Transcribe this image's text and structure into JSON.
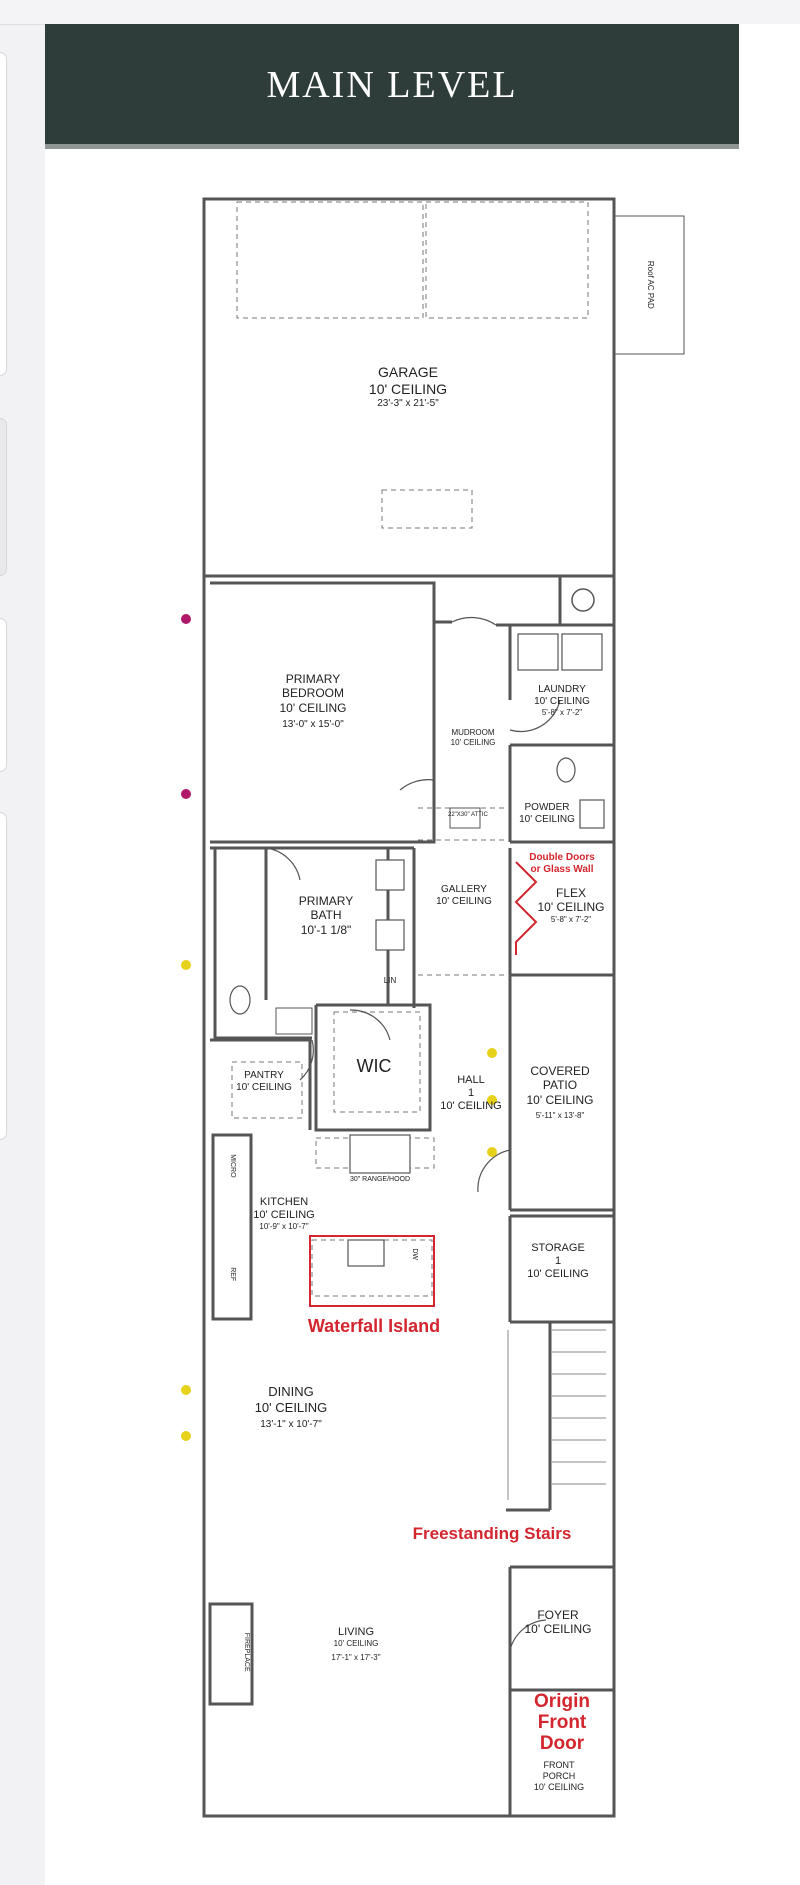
{
  "title": "MAIN LEVEL",
  "rooms": {
    "garage": {
      "name": "GARAGE",
      "ceiling": "10' CEILING",
      "size": "23'-3\" x 21'-5\""
    },
    "ac_pad": "Roof AC PAD",
    "primary_bedroom": {
      "name_1": "PRIMARY",
      "name_2": "BEDROOM",
      "ceiling": "10' CEILING",
      "size": "13'-0\" x 15'-0\""
    },
    "mudroom": {
      "name": "MUDROOM",
      "ceiling": "10' CEILING"
    },
    "laundry": {
      "name": "LAUNDRY",
      "ceiling": "10' CEILING",
      "size": "5'-8\" x 7'-2\""
    },
    "powder": {
      "name": "POWDER",
      "ceiling": "10' CEILING"
    },
    "primary_bath": {
      "name_1": "PRIMARY",
      "name_2": "BATH",
      "size": "10'-1 1/8\""
    },
    "gallery": {
      "name": "GALLERY",
      "ceiling": "10' CEILING"
    },
    "flex": {
      "name": "FLEX",
      "ceiling": "10' CEILING",
      "size": "5'-8\" x 7'-2\""
    },
    "wic": "WIC",
    "pantry": {
      "name": "PANTRY",
      "ceiling": "10' CEILING"
    },
    "hall": {
      "name": "HALL",
      "number": "1",
      "ceiling": "10' CEILING"
    },
    "covered_patio": {
      "name_1": "COVERED",
      "name_2": "PATIO",
      "ceiling": "10' CEILING",
      "size": "5'-11\" x 13'-8\""
    },
    "range": "30\" RANGE/HOOD",
    "kitchen": {
      "name": "KITCHEN",
      "ceiling": "10' CEILING",
      "size": "10'-9\" x 10'-7\""
    },
    "micro": "MICRO",
    "ref": "REF",
    "dw": "DW",
    "lin": "LIN",
    "storage": {
      "name": "STORAGE",
      "number": "1",
      "ceiling": "10' CEILING"
    },
    "dining": {
      "name": "DINING",
      "ceiling": "10' CEILING",
      "size": "13'-1\" x 10'-7\""
    },
    "living": {
      "name": "LIVING",
      "ceiling": "10' CEILING",
      "size": "17'-1\" x 17'-3\""
    },
    "fireplace": "FIREPLACE",
    "foyer": {
      "name": "FOYER",
      "ceiling": "10' CEILING"
    },
    "front_porch": {
      "name_1": "FRONT",
      "name_2": "PORCH",
      "ceiling": "10' CEILING"
    },
    "attic_access": "22\"X30\" ATTIC"
  },
  "annotations": {
    "double_doors_1": "Double Doors",
    "double_doors_2": "or Glass Wall",
    "waterfall_island": "Waterfall Island",
    "freestanding_stairs": "Freestanding Stairs",
    "origin_1": "Origin",
    "origin_2": "Front",
    "origin_3": "Door"
  },
  "colors": {
    "banner": "#2e3d3a",
    "wall": "#555555",
    "annotation_red": "#d3262e",
    "marker_magenta": "#b0186a",
    "marker_yellow": "#e6d21a"
  }
}
